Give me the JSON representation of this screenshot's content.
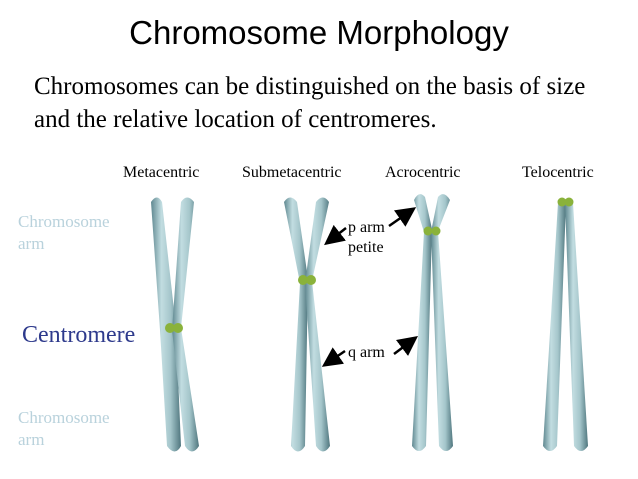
{
  "title": "Chromosome Morphology",
  "subtitle": "Chromosomes can be distinguished on the basis of size and the relative location of centromeres.",
  "types": [
    "Metacentric",
    "Submetacentric",
    "Acrocentric",
    "Telocentric"
  ],
  "side_labels": {
    "arm_top_1": "Chromosome",
    "arm_top_2": "arm",
    "centromere": "Centromere",
    "arm_bottom_1": "Chromosome",
    "arm_bottom_2": "arm"
  },
  "arm_labels": {
    "p_arm": "p arm",
    "petite": "petite",
    "q_arm": "q arm"
  },
  "colors": {
    "chromatid": "#9fc3c9",
    "centromere": "#8ab23b",
    "label_faded": "#b9d2dc",
    "centromere_text": "#2e3a8c"
  }
}
